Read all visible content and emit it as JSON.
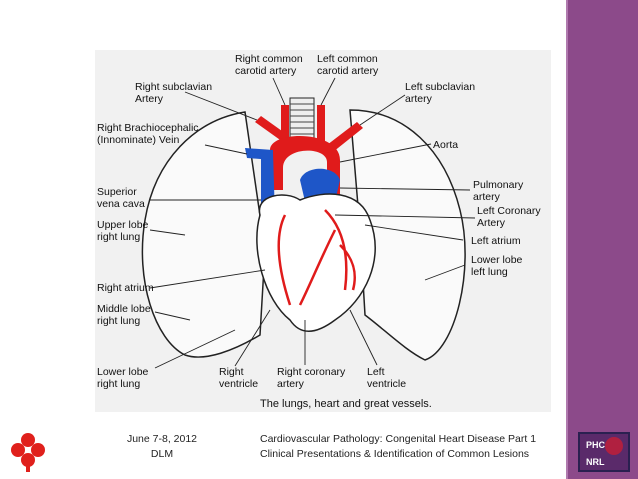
{
  "slide": {
    "accent_color": "#8c4a8a",
    "figure": {
      "labels": {
        "right_common_carotid": [
          "Right common",
          "carotid artery"
        ],
        "left_common_carotid": [
          "Left common",
          "carotid artery"
        ],
        "right_subclavian": [
          "Right subclavian",
          "Artery"
        ],
        "left_subclavian": [
          "Left subclavian",
          "artery"
        ],
        "right_brachiocephalic": [
          "Right Brachiocephalic",
          "(Innominate) Vein"
        ],
        "aorta": "Aorta",
        "superior_vena_cava": [
          "Superior",
          "vena cava"
        ],
        "pulmonary_artery": [
          "Pulmonary",
          "artery"
        ],
        "left_coronary_artery": [
          "Left Coronary",
          "Artery"
        ],
        "upper_lobe_right_lung": [
          "Upper lobe",
          "right lung"
        ],
        "left_atrium": "Left atrium",
        "lower_lobe_left_lung": [
          "Lower lobe",
          "left lung"
        ],
        "right_atrium": "Right atrium",
        "middle_lobe_right_lung": [
          "Middle lobe",
          "right lung"
        ],
        "lower_lobe_right_lung": [
          "Lower lobe",
          "right lung"
        ],
        "right_ventricle": [
          "Right",
          "ventricle"
        ],
        "right_coronary_artery": [
          "Right coronary",
          "artery"
        ],
        "left_ventricle": [
          "Left",
          "ventricle"
        ]
      },
      "caption": "The lungs, heart and great vessels."
    },
    "footer": {
      "date_line1": "June 7-8, 2012",
      "date_line2": "DLM",
      "title_line1": "Cardiovascular Pathology:  Congenital Heart Disease Part 1",
      "title_line2": "Clinical Presentations & Identification of Common Lesions"
    },
    "logo_right_text": [
      "PHC",
      "NRL"
    ]
  }
}
